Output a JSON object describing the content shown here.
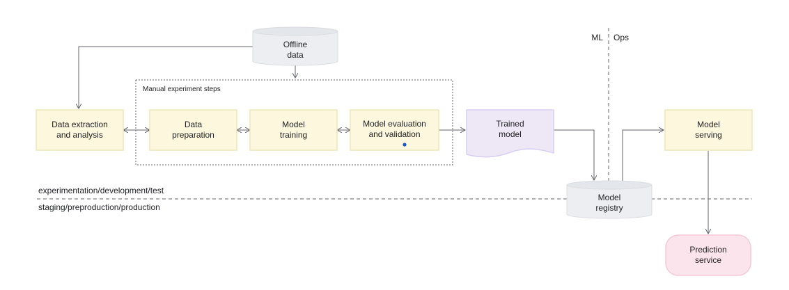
{
  "nodes": {
    "offline_data": {
      "line1": "Offline",
      "line2": "data"
    },
    "data_extraction": {
      "line1": "Data extraction",
      "line2": "and analysis"
    },
    "data_preparation": {
      "line1": "Data",
      "line2": "preparation"
    },
    "model_training": {
      "line1": "Model",
      "line2": "training"
    },
    "model_evaluation": {
      "line1": "Model evaluation",
      "line2": "and validation"
    },
    "trained_model": {
      "line1": "Trained",
      "line2": "model"
    },
    "model_registry": {
      "line1": "Model",
      "line2": "registry"
    },
    "model_serving": {
      "line1": "Model",
      "line2": "serving"
    },
    "prediction_service": {
      "line1": "Prediction",
      "line2": "service"
    }
  },
  "group_label": "Manual experiment steps",
  "zones": {
    "ml": "ML",
    "ops": "Ops",
    "upper_stage": "experimentation/development/test",
    "lower_stage": "staging/preproduction/production"
  },
  "colors": {
    "box_fill": "#fdf7dd",
    "box_stroke": "#efe6b8",
    "db_fill": "#eceef1",
    "artifact_fill": "#ede7f6",
    "artifact_stroke": "#d9cff0",
    "service_fill": "#fce4ec",
    "service_stroke": "#f5c9d6",
    "line": "#5f6368",
    "dot": "#1a57d6"
  }
}
